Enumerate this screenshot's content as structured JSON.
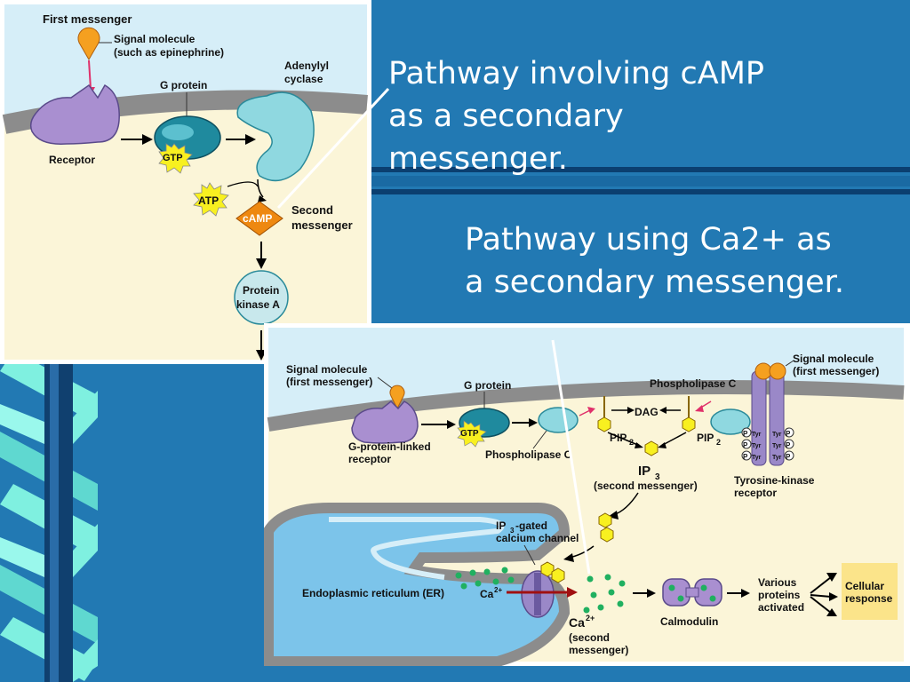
{
  "slide": {
    "title_camp": "Pathway involving cAMP as a secondary messenger.",
    "title_ca": "Pathway using Ca2+ as a secondary messenger."
  },
  "camp_figure": {
    "first_messenger": "First messenger",
    "signal_molecule": "Signal molecule",
    "signal_molecule_example": "(such as epinephrine)",
    "receptor": "Receptor",
    "g_protein": "G protein",
    "gtp": "GTP",
    "adenylyl": "Adenylyl",
    "cyclase": "cyclase",
    "atp": "ATP",
    "camp": "cAMP",
    "second": "Second",
    "messenger": "messenger",
    "protein": "Protein",
    "kinase_a": "kinase A"
  },
  "calcium_figure": {
    "signal_molecule": "Signal molecule",
    "first_messenger_paren": "(first messenger)",
    "g_protein": "G protein",
    "gtp": "GTP",
    "g_linked": "G-protein-linked",
    "receptor": "receptor",
    "phospholipase_c_top": "Phospholipase C",
    "phospholipase_c_bottom": "Phospholipase C",
    "dag": "DAG",
    "pip": "PIP",
    "pip_sub": "2",
    "ip": "IP",
    "ip_sub": "3",
    "second_messenger_paren": "(second messenger)",
    "tyrosine_kinase": "Tyrosine-kinase",
    "tyrosine_receptor": "receptor",
    "sig_right": "Signal molecule",
    "first_right": "(first messenger)",
    "p": "P",
    "tyr": "Tyr",
    "ip3_gated_suffix": "-gated",
    "calcium_channel": "calcium channel",
    "er": "Endoplasmic reticulum (ER)",
    "ca": "Ca",
    "ca_sup": "2+",
    "second_paren": "(second",
    "messenger_paren": "messenger)",
    "calmodulin": "Calmodulin",
    "various": "Various",
    "proteins": "proteins",
    "activated": "activated",
    "cellular": "Cellular",
    "response": "response"
  }
}
